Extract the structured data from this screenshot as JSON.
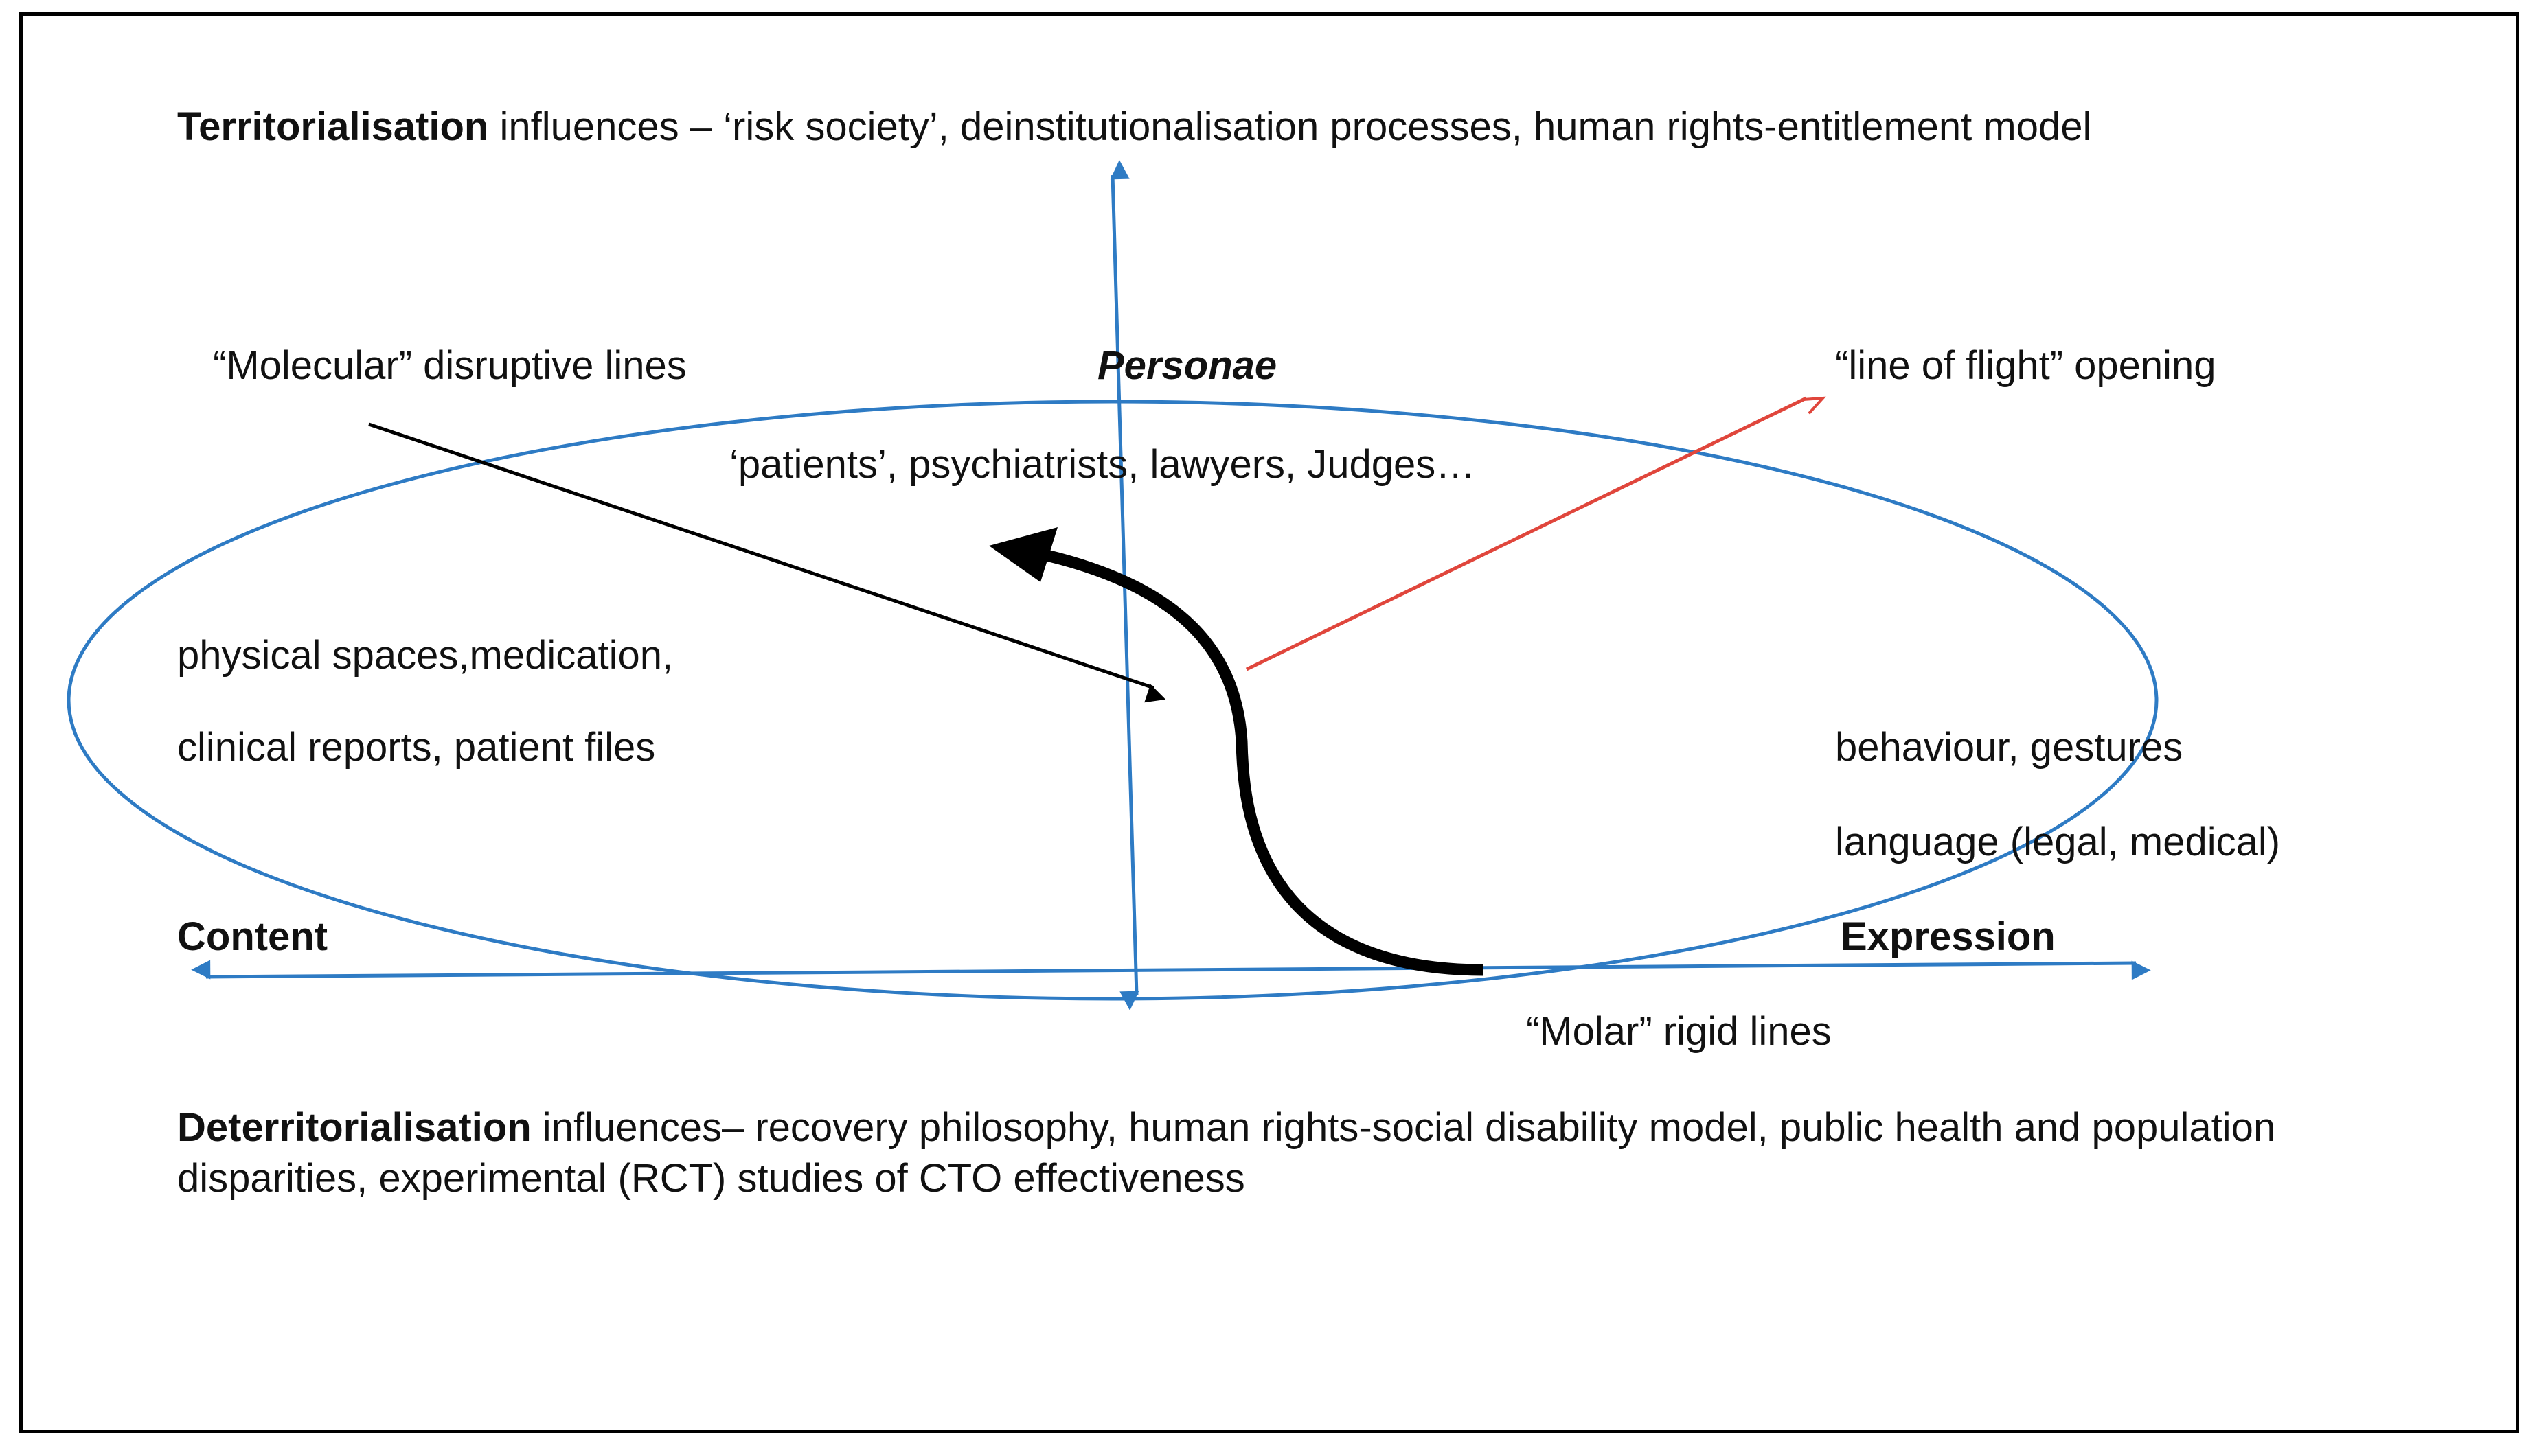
{
  "colors": {
    "axis": "#2e7bc4",
    "ellipse": "#2e7bc4",
    "molecular_arrow": "#000000",
    "flight_arrow": "#e0463c",
    "molar_curve": "#000000",
    "frame": "#000000"
  },
  "top_text": {
    "bold": "Territorialisation",
    "rest": " influences – ‘risk society’, deinstitutionalisation processes, human rights-entitlement model"
  },
  "labels": {
    "molecular": "“Molecular” disruptive lines",
    "personae": "Personae",
    "line_of_flight": "“line of flight” opening",
    "personae_list": "‘patients’, psychiatrists, lawyers, Judges…",
    "content_items_1": "physical spaces,medication,",
    "content_items_2": "clinical reports, patient files",
    "expression_items_1": "behaviour, gestures",
    "expression_items_2": "language (legal, medical)",
    "content_axis": "Content",
    "expression_axis": "Expression",
    "molar": "“Molar” rigid lines"
  },
  "bottom_text": {
    "bold": "Deterritorialisation",
    "rest": " influences– recovery philosophy, human rights-social disability model, public health and population disparities, experimental (RCT) studies of CTO effectiveness"
  }
}
